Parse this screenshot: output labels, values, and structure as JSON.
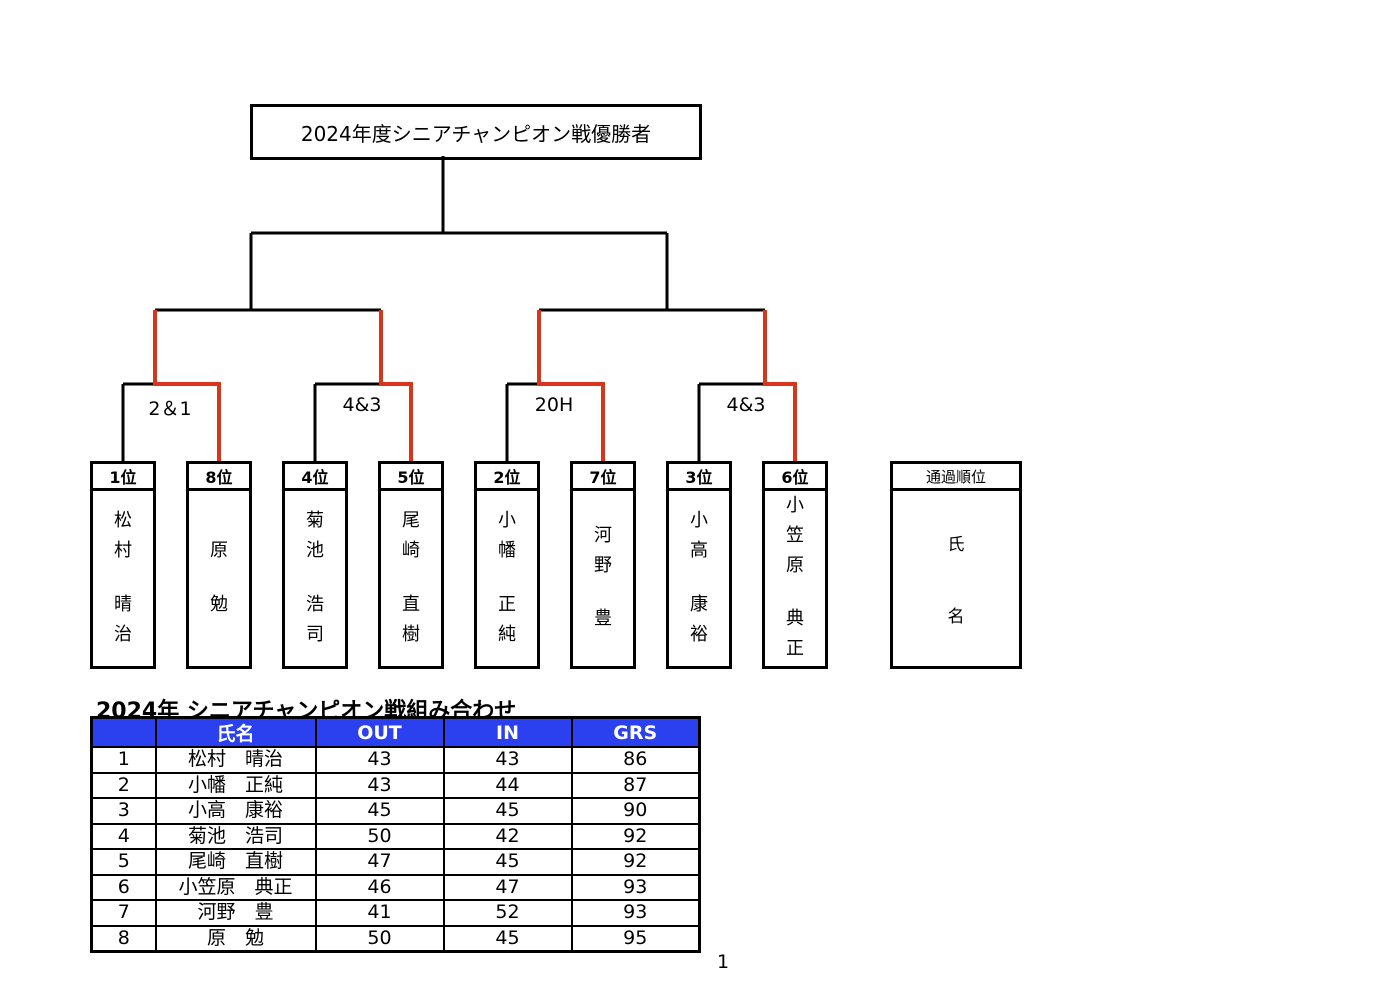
{
  "bracket": {
    "title": "2024年度シニアチャンピオン戦優勝者",
    "results": [
      "2＆1",
      "4&3",
      "20H",
      "4&3"
    ],
    "players": [
      {
        "rank": "1位",
        "name": [
          "松",
          "村",
          "晴",
          "治"
        ]
      },
      {
        "rank": "8位",
        "name": [
          "原",
          "勉"
        ]
      },
      {
        "rank": "4位",
        "name": [
          "菊",
          "池",
          "浩",
          "司"
        ]
      },
      {
        "rank": "5位",
        "name": [
          "尾",
          "崎",
          "直",
          "樹"
        ]
      },
      {
        "rank": "2位",
        "name": [
          "小",
          "幡",
          "正",
          "純"
        ]
      },
      {
        "rank": "7位",
        "name": [
          "河",
          "野",
          "豊"
        ]
      },
      {
        "rank": "3位",
        "name": [
          "小",
          "高",
          "康",
          "裕"
        ]
      },
      {
        "rank": "6位",
        "name": [
          "小",
          "笠",
          "原",
          "典",
          "正"
        ]
      }
    ],
    "legend": {
      "header": "通過順位",
      "line1": "氏",
      "line2": "名"
    },
    "line_color": "#000000",
    "winner_color": "#d8361a"
  },
  "table": {
    "title": "2024年  シニアチャンピオン戦組み合わせ",
    "header_color": "#2b41f0",
    "columns": [
      "",
      "氏名",
      "OUT",
      "IN",
      "GRS"
    ],
    "rows": [
      [
        "1",
        "松村　晴治",
        "43",
        "43",
        "86"
      ],
      [
        "2",
        "小幡　正純",
        "43",
        "44",
        "87"
      ],
      [
        "3",
        "小高　康裕",
        "45",
        "45",
        "90"
      ],
      [
        "4",
        "菊池　浩司",
        "50",
        "42",
        "92"
      ],
      [
        "5",
        "尾崎　直樹",
        "47",
        "45",
        "92"
      ],
      [
        "6",
        "小笠原　典正",
        "46",
        "47",
        "93"
      ],
      [
        "7",
        "河野　豊",
        "41",
        "52",
        "93"
      ],
      [
        "8",
        "原　勉",
        "50",
        "45",
        "95"
      ]
    ]
  },
  "page_number": "1"
}
